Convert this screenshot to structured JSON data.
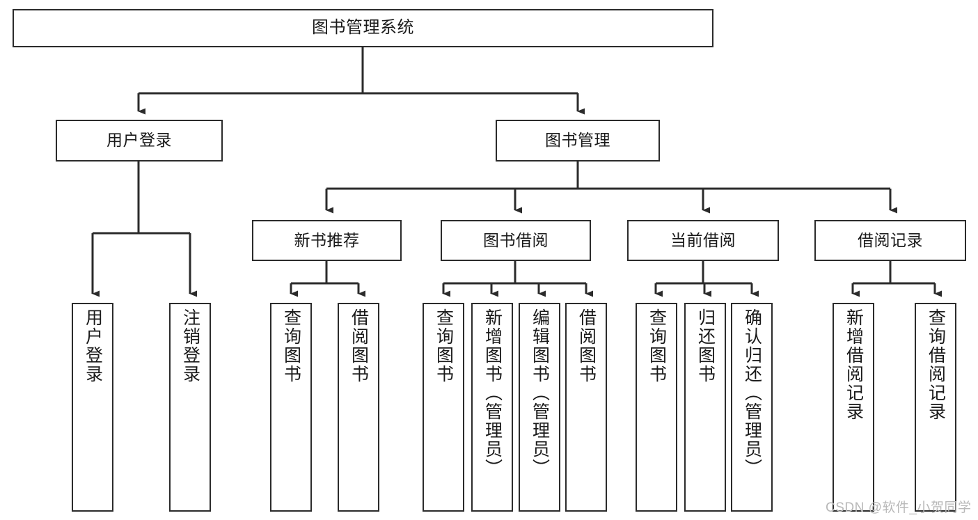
{
  "diagram": {
    "title": "图书管理系统",
    "type": "tree-hierarchy-chart",
    "watermark": "CSDN @软件_小贺同学",
    "colors": {
      "box_stroke": "#2b2b2b",
      "box_fill": "#ffffff",
      "edge": "#2b2b2b",
      "text": "#1a1a1a",
      "watermark": "#b8b8b8",
      "background": "#ffffff"
    },
    "root": {
      "label": "图书管理系统"
    },
    "level1": [
      {
        "label": "用户登录"
      },
      {
        "label": "图书管理"
      }
    ],
    "level2": [
      {
        "label": "新书推荐"
      },
      {
        "label": "图书借阅"
      },
      {
        "label": "当前借阅"
      },
      {
        "label": "借阅记录"
      }
    ],
    "leaves": {
      "user_login": [
        {
          "label": "用户登录"
        },
        {
          "label": "注销登录"
        }
      ],
      "new_book_recommend": [
        {
          "label": "查询图书"
        },
        {
          "label": "借阅图书"
        }
      ],
      "book_borrow": [
        {
          "label": "查询图书"
        },
        {
          "label": "新增图书（管理员）"
        },
        {
          "label": "编辑图书（管理员）"
        },
        {
          "label": "借阅图书"
        }
      ],
      "current_borrow": [
        {
          "label": "查询图书"
        },
        {
          "label": "归还图书"
        },
        {
          "label": "确认归还（管理员）"
        }
      ],
      "borrow_record": [
        {
          "label": "新增借阅记录"
        },
        {
          "label": "查询借阅记录"
        }
      ]
    }
  }
}
